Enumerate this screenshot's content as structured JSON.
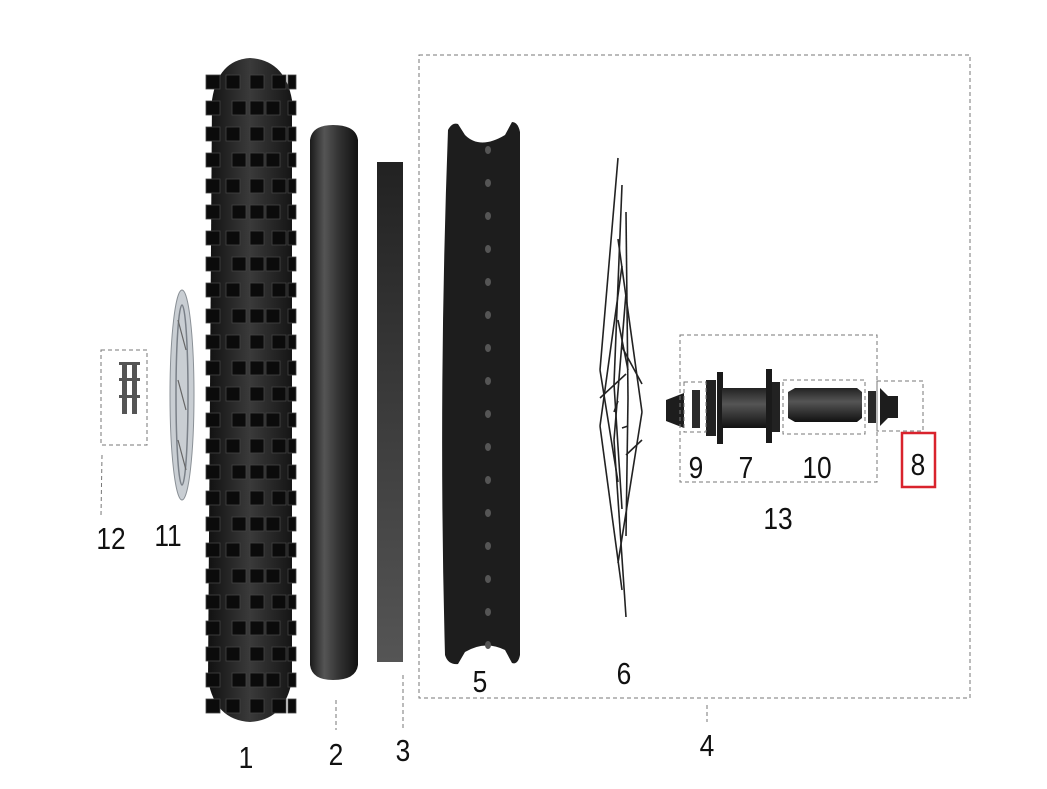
{
  "diagram": {
    "callouts": [
      {
        "id": "1",
        "text": "1"
      },
      {
        "id": "2",
        "text": "2"
      },
      {
        "id": "3",
        "text": "3"
      },
      {
        "id": "4",
        "text": "4"
      },
      {
        "id": "5",
        "text": "5"
      },
      {
        "id": "6",
        "text": "6"
      },
      {
        "id": "7",
        "text": "7"
      },
      {
        "id": "8",
        "text": "8"
      },
      {
        "id": "9",
        "text": "9"
      },
      {
        "id": "10",
        "text": "10"
      },
      {
        "id": "11",
        "text": "11"
      },
      {
        "id": "12",
        "text": "12"
      },
      {
        "id": "13",
        "text": "13"
      }
    ],
    "highlighted_callout": "8",
    "colors": {
      "highlight": "#d9232d",
      "part": "#2a2a2a",
      "dashed_box": "#777777"
    }
  }
}
